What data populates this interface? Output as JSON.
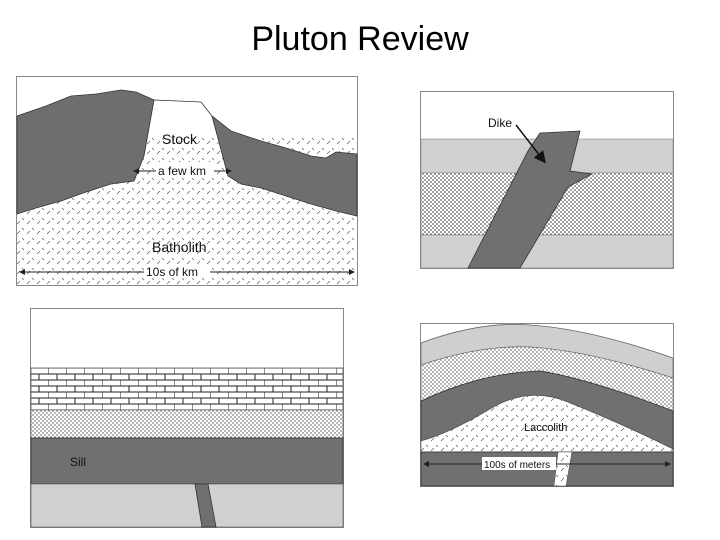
{
  "title": "Pluton Review",
  "panels": {
    "stock_batholith": {
      "stock_label": "Stock",
      "stock_width_label": "a few km",
      "batholith_label": "Batholith",
      "batholith_width_label": "10s of km"
    },
    "dike": {
      "dike_label": "Dike"
    },
    "sill": {
      "sill_label": "Sill"
    },
    "laccolith": {
      "laccolith_label": "Laccolith",
      "laccolith_width_label": "100s of meters"
    }
  },
  "colors": {
    "country_rock_dark": "#6e6e6e",
    "intrusion_gray": "#707070",
    "light_layer": "#d0d0d0",
    "pale_layer": "#cfcfcf",
    "granite_fill": "#ffffff"
  }
}
